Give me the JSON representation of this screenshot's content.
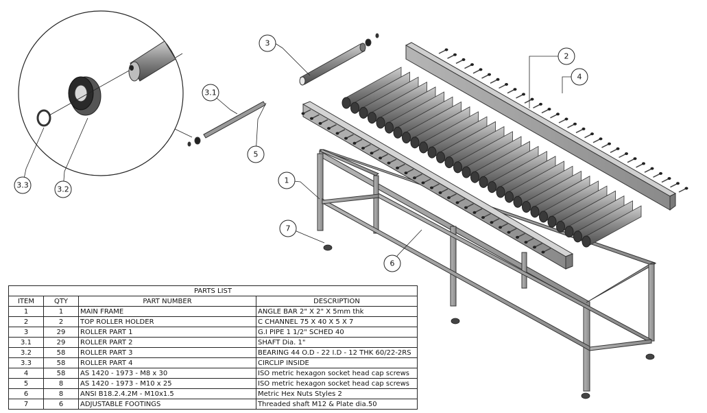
{
  "balloons": {
    "b1": "1",
    "b2": "2",
    "b3": "3",
    "b3_1": "3.1",
    "b3_2": "3.2",
    "b3_3": "3.3",
    "b4": "4",
    "b5": "5",
    "b6": "6",
    "b7": "7"
  },
  "parts_list": {
    "title": "PARTS LIST",
    "headers": {
      "item": "ITEM",
      "qty": "QTY",
      "part_number": "PART NUMBER",
      "description": "DESCRIPTION"
    },
    "rows": [
      {
        "item": "1",
        "qty": "1",
        "part_number": "MAIN FRAME",
        "description": "ANGLE BAR 2\" X 2\" X 5mm thk"
      },
      {
        "item": "2",
        "qty": "2",
        "part_number": "TOP ROLLER HOLDER",
        "description": "C CHANNEL 75 X 40 X 5 X 7"
      },
      {
        "item": "3",
        "qty": "29",
        "part_number": "ROLLER PART 1",
        "description": "G.I PIPE 1 1/2\" SCHED 40"
      },
      {
        "item": "3.1",
        "qty": "29",
        "part_number": "ROLLER PART 2",
        "description": "SHAFT Dia. 1\""
      },
      {
        "item": "3.2",
        "qty": "58",
        "part_number": "ROLLER PART 3",
        "description": "BEARING 44 O.D - 22 I.D - 12 THK  60/22-2RS"
      },
      {
        "item": "3.3",
        "qty": "58",
        "part_number": "ROLLER PART 4",
        "description": "CIRCLIP INSIDE"
      },
      {
        "item": "4",
        "qty": "58",
        "part_number": "AS 1420 - 1973 - M8 x 30",
        "description": "ISO metric hexagon socket head cap screws"
      },
      {
        "item": "5",
        "qty": "8",
        "part_number": "AS 1420 - 1973 - M10 x 25",
        "description": "ISO metric hexagon socket head cap screws"
      },
      {
        "item": "6",
        "qty": "8",
        "part_number": "ANSI B18.2.4.2M - M10x1.5",
        "description": "Metric Hex Nuts Styles 2"
      },
      {
        "item": "7",
        "qty": "6",
        "part_number": "ADJUSTABLE FOOTINGS",
        "description": "Threaded shaft M12 & Plate dia.50"
      }
    ]
  }
}
